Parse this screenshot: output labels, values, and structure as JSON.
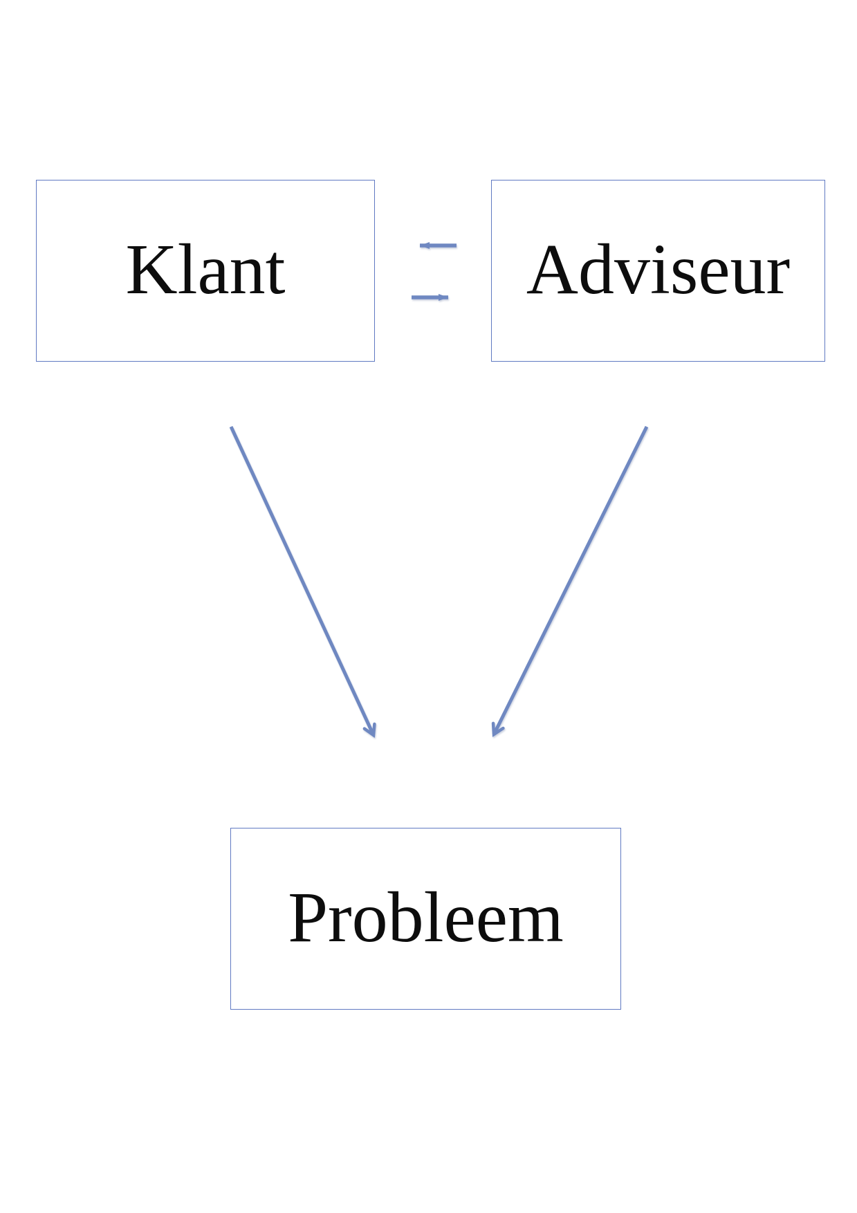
{
  "page": {
    "background": "#ffffff",
    "kind": "slide-diagram"
  },
  "diagram": {
    "nodes": [
      {
        "id": "klant",
        "label": "Klant"
      },
      {
        "id": "adviseur",
        "label": "Adviseur"
      },
      {
        "id": "probleem",
        "label": "Probleem"
      }
    ],
    "edges": [
      {
        "from": "adviseur",
        "to": "klant",
        "style": "short-horizontal",
        "head": "solid-triangle"
      },
      {
        "from": "klant",
        "to": "adviseur",
        "style": "short-horizontal",
        "head": "solid-triangle"
      },
      {
        "from": "klant",
        "to": "probleem",
        "style": "long-diagonal",
        "head": "open-vee"
      },
      {
        "from": "adviseur",
        "to": "probleem",
        "style": "long-diagonal",
        "head": "open-vee"
      }
    ],
    "colors": {
      "box_border": "#6079c2",
      "arrow": "#6f88c1",
      "text": "#0d0d0d"
    }
  }
}
